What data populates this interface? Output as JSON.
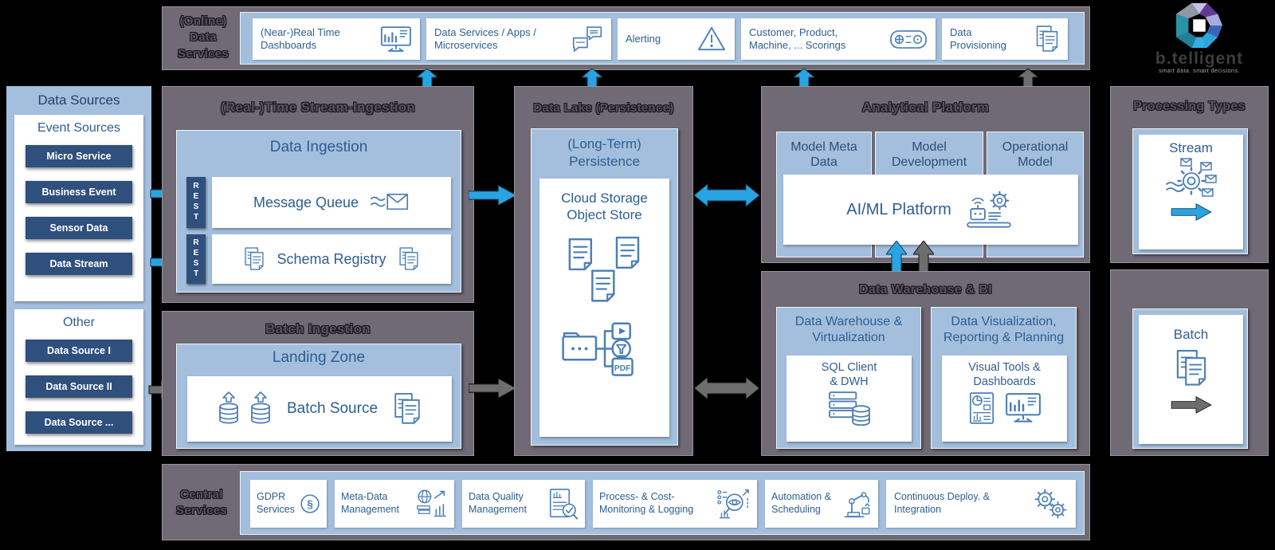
{
  "colors": {
    "background": "#000000",
    "panel_gray": "#6f6a74",
    "light_blue": "#a3bfdd",
    "navy": "#2f4f7d",
    "accent_blue": "#29a4e2",
    "arrow_gray": "#6d6d6d",
    "text_blue": "#2d5e92",
    "icon_stroke": "#4a7fb5"
  },
  "logo": {
    "name": "b.telligent",
    "tagline": "smart data. smart decisions."
  },
  "top_services": {
    "title": "(Online) Data Services",
    "items": [
      {
        "label": "(Near-)Real Time Dashboards",
        "icon": "dashboard-monitor-icon"
      },
      {
        "label": "Data Services / Apps / Microservices",
        "icon": "chat-bubbles-icon"
      },
      {
        "label": "Alerting",
        "icon": "warning-triangle-icon"
      },
      {
        "label": "Customer, Product, Machine, ... Scorings",
        "icon": "gamepad-icon"
      },
      {
        "label": "Data Provisioning",
        "icon": "documents-icon"
      }
    ]
  },
  "data_sources": {
    "title": "Data Sources",
    "groups": [
      {
        "title": "Event Sources",
        "items": [
          "Micro Service",
          "Business Event",
          "Sensor Data",
          "Data Stream"
        ]
      },
      {
        "title": "Other",
        "items": [
          "Data Source I",
          "Data Source II",
          "Data Source ..."
        ]
      }
    ]
  },
  "stream_ingestion": {
    "title": "(Real-)Time Stream-Ingestion",
    "card_title": "Data Ingestion",
    "rest_label": "REST",
    "rows": [
      "Message Queue",
      "Schema Registry"
    ]
  },
  "batch_ingestion": {
    "title": "Batch Ingestion",
    "card_title": "Landing Zone",
    "row_label": "Batch Source"
  },
  "data_lake": {
    "title": "Data Lake (Persistence)",
    "card_title": "(Long-Term) Persistence",
    "store_label": "Cloud Storage Object Store",
    "pdf_label": "PDF"
  },
  "analytical_platform": {
    "title": "Analytical Platform",
    "columns": [
      "Model Meta Data",
      "Model Development",
      "Operational Model"
    ],
    "band_label": "AI/ML Platform"
  },
  "dwh_bi": {
    "title": "Data Warehouse & BI",
    "cards": [
      {
        "title": "Data Warehouse & Virtualization",
        "inner": "SQL Client & DWH"
      },
      {
        "title": "Data Visualization, Reporting & Planning",
        "inner": "Visual Tools & Dashboards"
      }
    ]
  },
  "processing_types": {
    "title": "Processing Types",
    "stream_label": "Stream",
    "batch_label": "Batch"
  },
  "central_services": {
    "title": "Central Services",
    "section_symbol": "§",
    "items": [
      {
        "label": "GDPR Services",
        "icon": "section-sign-icon"
      },
      {
        "label": "Meta-Data Management",
        "icon": "globe-chart-icon"
      },
      {
        "label": "Data Quality Management",
        "icon": "checklist-magnifier-icon"
      },
      {
        "label": "Process- & Cost- Monitoring & Logging",
        "icon": "eye-magnifier-icon"
      },
      {
        "label": "Automation & Scheduling",
        "icon": "robot-arm-icon"
      },
      {
        "label": "Continuous Deploy. & Integration",
        "icon": "gears-icon"
      }
    ]
  }
}
